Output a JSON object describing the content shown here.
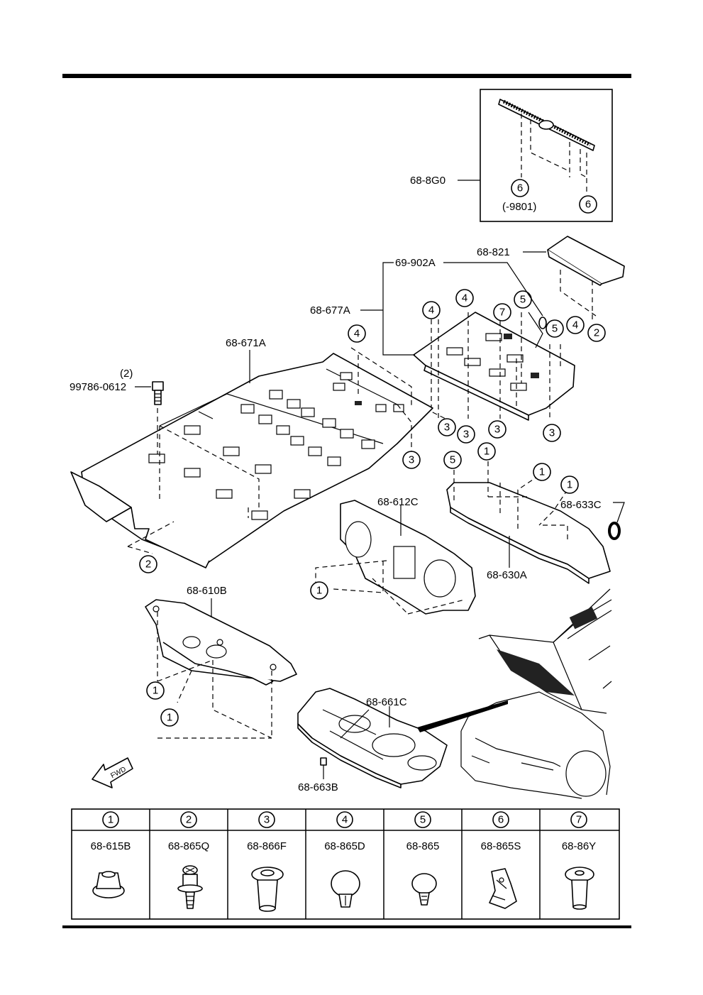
{
  "parts": {
    "p_68_8G0": "68-8G0",
    "p_9801": "(-9801)",
    "p_68_821": "68-821",
    "p_69_902A": "69-902A",
    "p_68_677A": "68-677A",
    "p_68_671A": "68-671A",
    "p_bolt_qty": "(2)",
    "p_99786": "99786-0612",
    "p_68_612C": "68-612C",
    "p_68_633C": "68-633C",
    "p_68_630A": "68-630A",
    "p_68_610B": "68-610B",
    "p_68_661C": "68-661C",
    "p_68_663B": "68-663B"
  },
  "callouts": {
    "c1": "1",
    "c2": "2",
    "c3": "3",
    "c4": "4",
    "c5": "5",
    "c6": "6",
    "c7": "7"
  },
  "fwd_label": "FWD",
  "legend": [
    {
      "num": "1",
      "part": "68-615B",
      "icon": "flange-nut-icon"
    },
    {
      "num": "2",
      "part": "68-865Q",
      "icon": "screw-clip-icon"
    },
    {
      "num": "3",
      "part": "68-866F",
      "icon": "grommet-icon"
    },
    {
      "num": "4",
      "part": "68-865D",
      "icon": "push-clip-icon"
    },
    {
      "num": "5",
      "part": "68-865",
      "icon": "push-clip-small-icon"
    },
    {
      "num": "6",
      "part": "68-865S",
      "icon": "spring-clip-icon"
    },
    {
      "num": "7",
      "part": "68-86Y",
      "icon": "rivet-icon"
    }
  ]
}
